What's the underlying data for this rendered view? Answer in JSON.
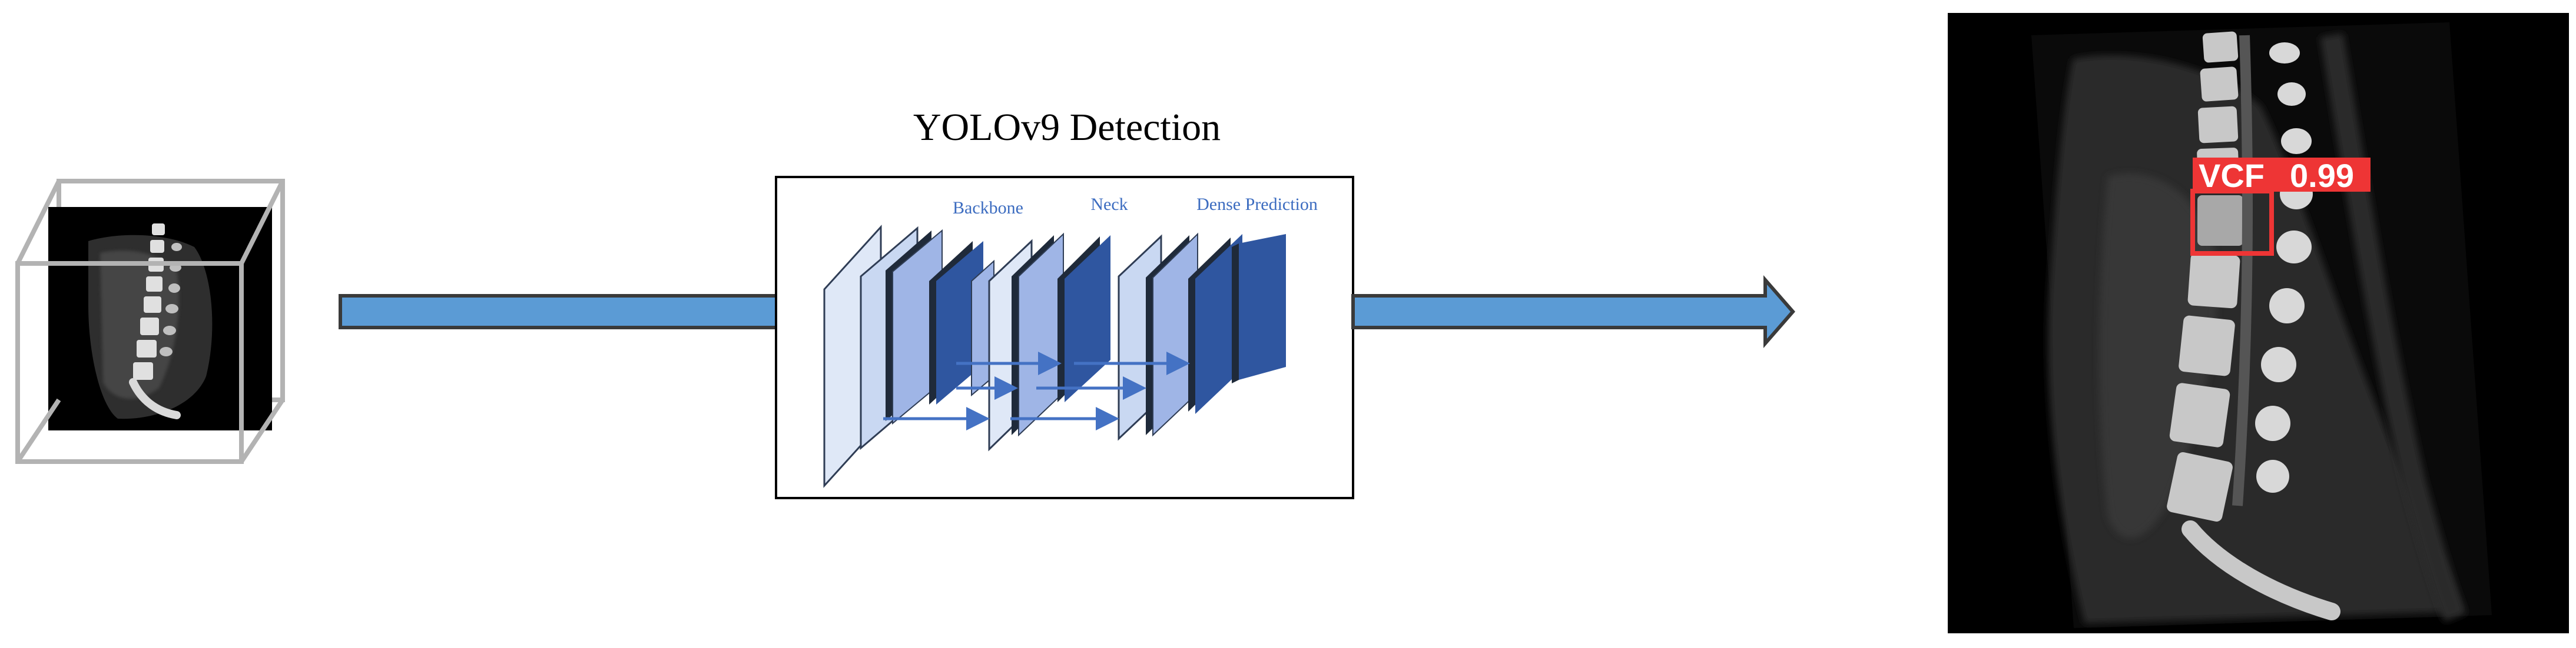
{
  "title": "YOLOv9 Detection",
  "stages": {
    "backbone": "Backbone",
    "neck": "Neck",
    "dense_prediction": "Dense Prediction"
  },
  "detection": {
    "label": "VCF",
    "score": "0.99",
    "color": "#ee3535"
  },
  "colors": {
    "arrow_fill": "#5b9bd5",
    "arrow_stroke": "#3a3a3a",
    "layer_dark": "#2f56a0",
    "layer_light": "#dfe8f7",
    "layer_mid": "#9fb5e6",
    "layer_back": "#1f2a3a",
    "text_blue": "#3c6cc0",
    "cube_stroke": "#b3b3b3"
  },
  "icons": {
    "input_volume": "ct-volume-cube-icon",
    "output_image": "ct-sagittal-spine-image"
  }
}
